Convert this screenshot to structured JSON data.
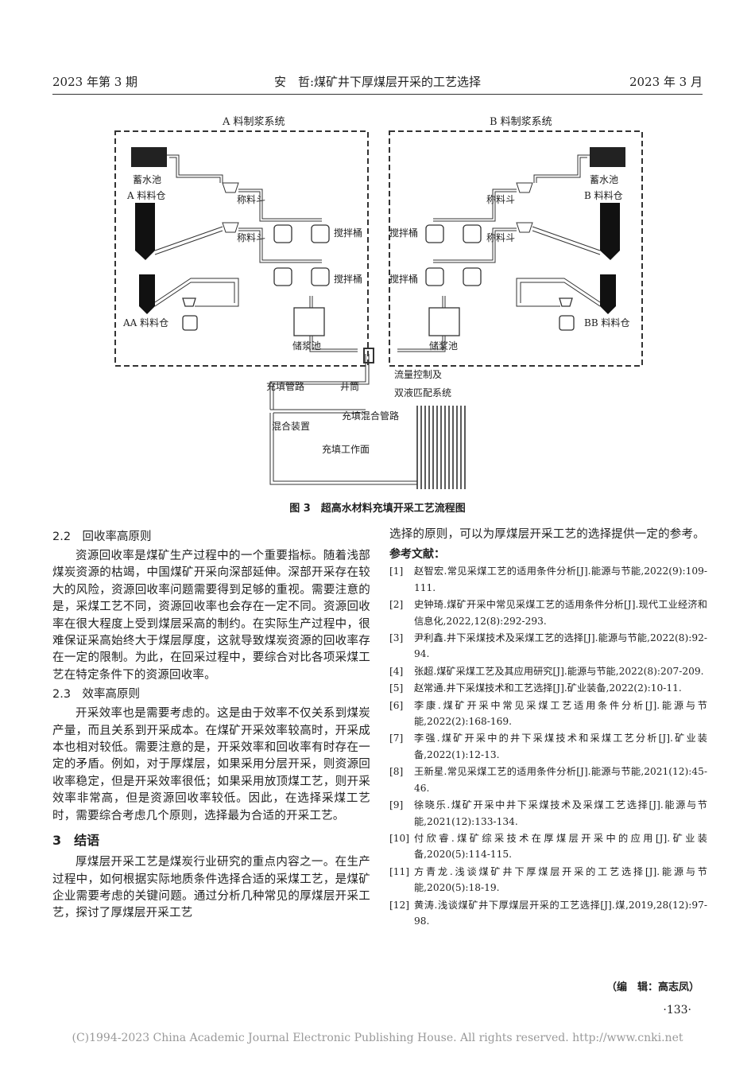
{
  "header": {
    "left": "2023 年第 3 期",
    "center": "安　哲:煤矿井下厚煤层开采的工艺选择",
    "right": "2023 年 3 月"
  },
  "figure": {
    "caption": "图 3　超高水材料充填开采工艺流程图",
    "labels": {
      "sysA": "A 料制浆系统",
      "sysB": "B 料制浆系统",
      "poolA": "蓄水池",
      "poolB": "蓄水池",
      "binA": "A 料料仓",
      "binB": "B 料料仓",
      "binAA": "AA 料料仓",
      "binBB": "BB 料料仓",
      "hopperA1": "称料斗",
      "hopperA2": "称料斗",
      "hopperB1": "称料斗",
      "hopperB2": "称料斗",
      "mixerA1": "搅拌桶",
      "mixerA2": "搅拌桶",
      "mixerB1": "搅拌桶",
      "mixerB2": "搅拌桶",
      "storeA": "储浆池",
      "storeB": "储浆池",
      "pipe": "充填管路",
      "shaft": "井筒",
      "flow1": "流量控制及",
      "flow2": "双液匹配系统",
      "mixdev": "混合装置",
      "mixpipe": "充填混合管路",
      "face": "充填工作面"
    }
  },
  "left_column": {
    "s22_title": "2.2　回收率高原则",
    "s22_body": "资源回收率是煤矿生产过程中的一个重要指标。随着浅部煤炭资源的枯竭，中国煤矿开采向深部延伸。深部开采存在较大的风险，资源回收率问题需要得到足够的重视。需要注意的是，采煤工艺不同，资源回收率也会存在一定不同。资源回收率在很大程度上受到煤层采高的制约。在实际生产过程中，很难保证采高始终大于煤层厚度，这就导致煤炭资源的回收率存在一定的限制。为此，在回采过程中，要综合对比各项采煤工艺在特定条件下的资源回收率。",
    "s23_title": "2.3　效率高原则",
    "s23_body": "开采效率也是需要考虑的。这是由于效率不仅关系到煤炭产量，而且关系到开采成本。在煤矿开采效率较高时，开采成本也相对较低。需要注意的是，开采效率和回收率有时存在一定的矛盾。例如，对于厚煤层，如果采用分层开采，则资源回收率稳定，但是开采效率很低；如果采用放顶煤工艺，则开采效率非常高，但是资源回收率较低。因此，在选择采煤工艺时，需要综合考虑几个原则，选择最为合适的开采工艺。",
    "s3_title": "3　结语",
    "s3_body": "厚煤层开采工艺是煤炭行业研究的重点内容之一。在生产过程中，如何根据实际地质条件选择合适的采煤工艺，是煤矿企业需要考虑的关键问题。通过分析几种常见的厚煤层开采工艺，探讨了厚煤层开采工艺"
  },
  "right_column": {
    "cont": "选择的原则，可以为厚煤层开采工艺的选择提供一定的参考。",
    "refs_title": "参考文献：",
    "refs": [
      {
        "n": "[1]",
        "t": "赵智宏.常见采煤工艺的适用条件分析[J].能源与节能,2022(9):109-111."
      },
      {
        "n": "[2]",
        "t": "史钟琦.煤矿开采中常见采煤工艺的适用条件分析[J].现代工业经济和信息化,2022,12(8):292-293."
      },
      {
        "n": "[3]",
        "t": "尹利鑫.井下采煤技术及采煤工艺的选择[J].能源与节能,2022(8):92-94."
      },
      {
        "n": "[4]",
        "t": "张超.煤矿采煤工艺及其应用研究[J].能源与节能,2022(8):207-209."
      },
      {
        "n": "[5]",
        "t": "赵常通.井下采煤技术和工艺选择[J].矿业装备,2022(2):10-11."
      },
      {
        "n": "[6]",
        "t": "李康.煤矿开采中常见采煤工艺适用条件分析[J].能源与节能,2022(2):168-169."
      },
      {
        "n": "[7]",
        "t": "李强.煤矿开采中的井下采煤技术和采煤工艺分析[J].矿业装备,2022(1):12-13."
      },
      {
        "n": "[8]",
        "t": "王新星.常见采煤工艺的适用条件分析[J].能源与节能,2021(12):45-46."
      },
      {
        "n": "[9]",
        "t": "徐晓乐.煤矿开采中井下采煤技术及采煤工艺选择[J].能源与节能,2021(12):133-134."
      },
      {
        "n": "[10]",
        "t": "付欣睿.煤矿综采技术在厚煤层开采中的应用[J].矿业装备,2020(5):114-115."
      },
      {
        "n": "[11]",
        "t": "方青龙.浅谈煤矿井下厚煤层开采的工艺选择[J].能源与节能,2020(5):18-19."
      },
      {
        "n": "[12]",
        "t": "黄涛.浅谈煤矿井下厚煤层开采的工艺选择[J].煤,2019,28(12):97-98."
      }
    ]
  },
  "editor": "（编　辑：高志凤）",
  "page_number": "·133·",
  "footer": "(C)1994-2023 China Academic Journal Electronic Publishing House. All rights reserved.    http://www.cnki.net"
}
